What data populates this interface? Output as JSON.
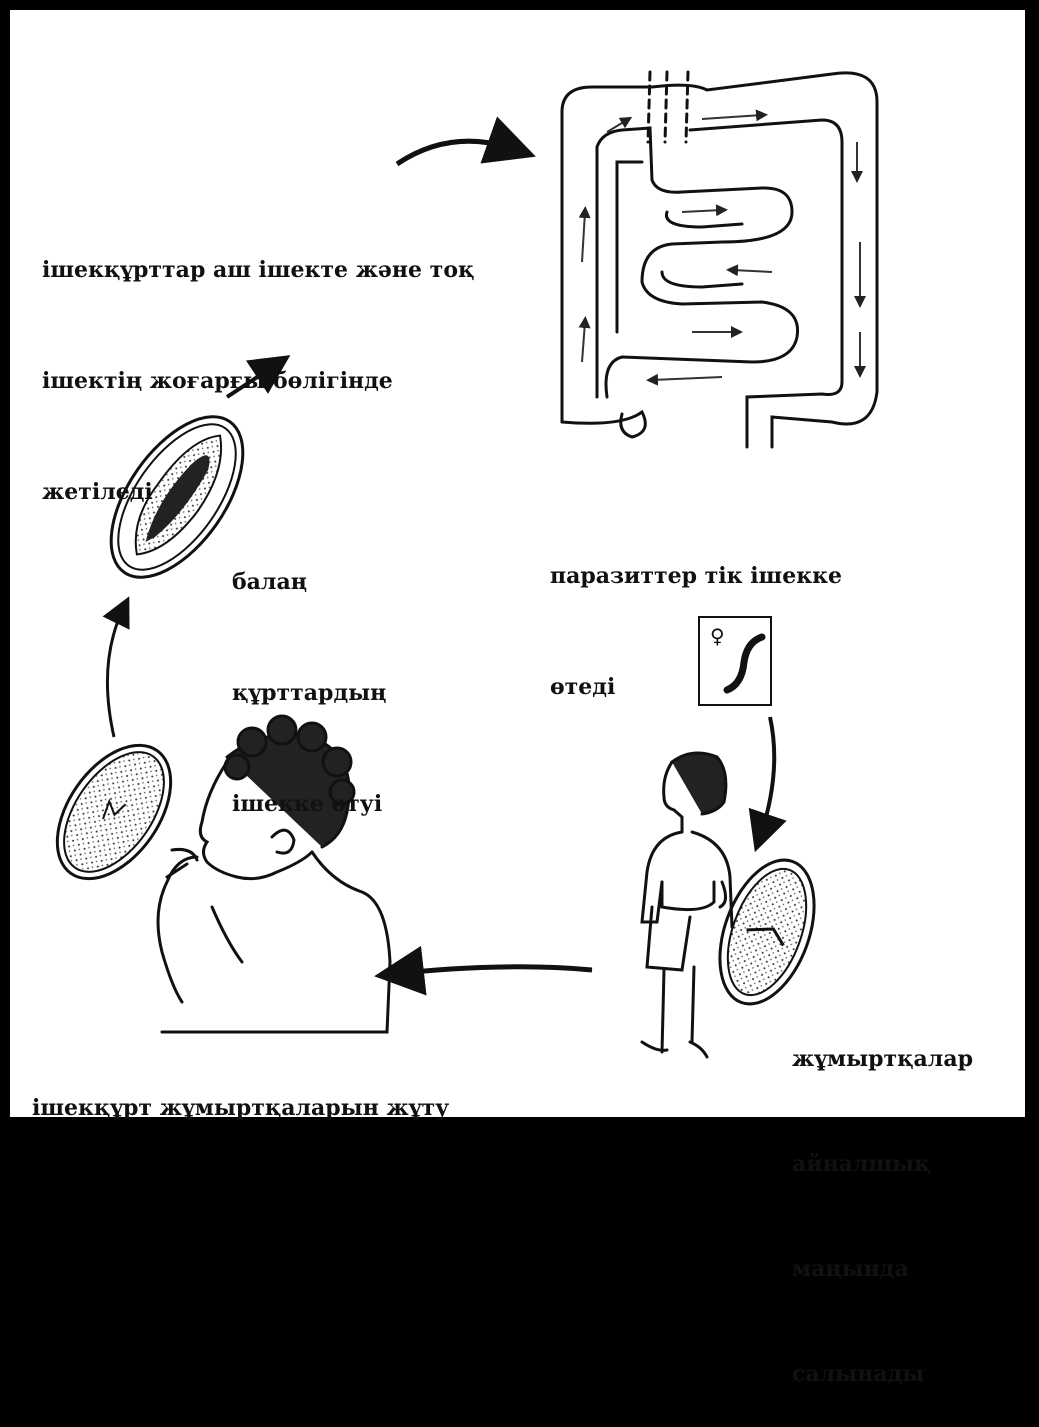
{
  "diagram": {
    "labels": {
      "maturation": [
        "ішекқұрттар аш ішекте және тоқ",
        "ішектің жоғарғы бөлігінде",
        "жетіледі"
      ],
      "rectum": [
        "паразиттер тік ішекке",
        "өтеді"
      ],
      "larvae": [
        "балаң",
        "құрттардың",
        "ішекке өтуі"
      ],
      "eggs_laid": [
        "жұмыртқалар",
        "айналшық",
        "маңында",
        "салынады"
      ],
      "swallow": [
        "ішекқұрт жұмыртқаларын жұту"
      ]
    },
    "female_symbol": "♀"
  }
}
